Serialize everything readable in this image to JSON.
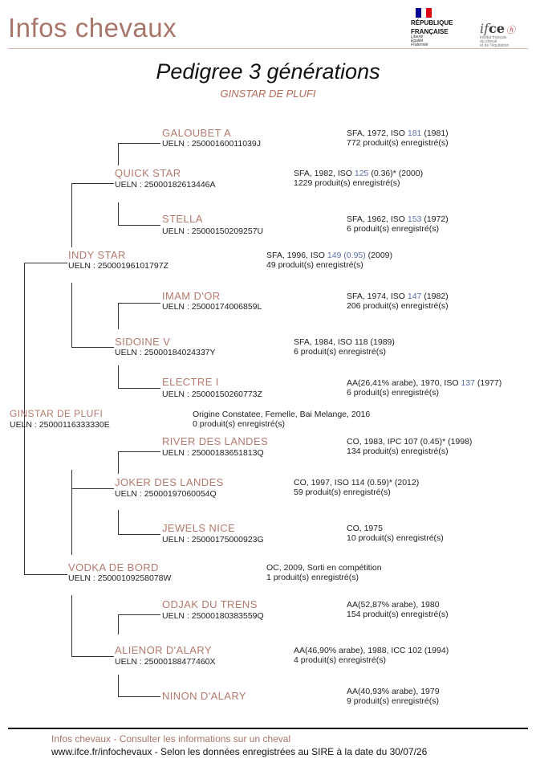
{
  "header": {
    "brand": "Infos chevaux",
    "rf_text_1": "RÉPUBLIQUE",
    "rf_text_2": "FRANÇAISE",
    "rf_motto_1": "Liberté",
    "rf_motto_2": "Égalité",
    "rf_motto_3": "Fraternité",
    "ifce_mark_1": "if",
    "ifce_mark_2": "ce",
    "ifce_sub_1": "institut français",
    "ifce_sub_2": "du cheval",
    "ifce_sub_3": "et de l'équitation",
    "colors": {
      "brand": "#a8756a",
      "flag_blue": "#000091",
      "flag_white": "#ffffff",
      "flag_red": "#e1000f"
    }
  },
  "page": {
    "title": "Pedigree 3 générations",
    "subject": "GINSTAR DE PLUFI"
  },
  "horses": {
    "galoubet": {
      "name": "GALOUBET A",
      "ueln": "UELN : 25000160011039J",
      "info_1a": "SFA, 1972, ISO ",
      "iso": "181",
      "info_1b": " (1981)",
      "info_2": "772 produit(s) enregistré(s)"
    },
    "quick_star": {
      "name": "QUICK STAR",
      "ueln": "UELN : 25000182613446A",
      "info_1a": "SFA, 1982, ISO ",
      "iso": "125",
      "info_1b": " (0.36)* (2000)",
      "info_2": "1229 produit(s) enregistré(s)"
    },
    "stella": {
      "name": "STELLA",
      "ueln": "UELN : 25000150209257U",
      "info_1a": "SFA, 1962, ISO ",
      "iso": "153",
      "info_1b": " (1972)",
      "info_2": "6 produit(s) enregistré(s)"
    },
    "indy_star": {
      "name": "INDY STAR",
      "ueln": "UELN : 25000196101797Z",
      "info_1a": "SFA, 1996, ISO ",
      "iso": "149 (0.95)",
      "info_1b": " (2009)",
      "info_2": "49 produit(s) enregistré(s)"
    },
    "imam_dor": {
      "name": "IMAM D'OR",
      "ueln": "UELN : 25000174006859L",
      "info_1a": "SFA, 1974, ISO ",
      "iso": "147",
      "info_1b": " (1982)",
      "info_2": "206 produit(s) enregistré(s)"
    },
    "sidoine": {
      "name": "SIDOINE V",
      "ueln": "UELN : 25000184024337Y",
      "info_1": "SFA, 1984, ISO 118 (1989)",
      "info_2": "6 produit(s) enregistré(s)"
    },
    "electre": {
      "name": "ELECTRE I",
      "ueln": "UELN : 25000150260773Z",
      "info_1a": "AA(26,41% arabe), 1970, ISO ",
      "iso": "137",
      "info_1b": " (1977)",
      "info_2": "6 produit(s) enregistré(s)"
    },
    "ginstar": {
      "name": "GINSTAR DE PLUFI",
      "ueln": "UELN : 25000116333330E",
      "info_1": "Origine Constatee, Femelle, Bai Melange, 2016",
      "info_2": "0 produit(s) enregistré(s)"
    },
    "river": {
      "name": "RIVER DES LANDES",
      "ueln": "UELN : 25000183651813Q",
      "info_1": "CO, 1983, IPC 107 (0.45)* (1998)",
      "info_2": "134 produit(s) enregistré(s)"
    },
    "joker": {
      "name": "JOKER DES LANDES",
      "ueln": "UELN : 25000197060054Q",
      "info_1": "CO, 1997, ISO 114 (0.59)* (2012)",
      "info_2": "59 produit(s) enregistré(s)"
    },
    "jewels": {
      "name": "JEWELS NICE",
      "ueln": "UELN : 25000175000923G",
      "info_1": "CO, 1975",
      "info_2": "10 produit(s) enregistré(s)"
    },
    "vodka": {
      "name": "VODKA DE BORD",
      "ueln": "UELN : 25000109258078W",
      "info_1": "OC, 2009, Sorti en compétition",
      "info_2": "1 produit(s) enregistré(s)"
    },
    "odjak": {
      "name": "ODJAK DU TRENS",
      "ueln": "UELN : 25000180383559Q",
      "info_1": "AA(52,87% arabe), 1980",
      "info_2": "154 produit(s) enregistré(s)"
    },
    "alienor": {
      "name": "ALIENOR D'ALARY",
      "ueln": "UELN : 25000188477460X",
      "info_1": "AA(46,90% arabe), 1988, ICC 102 (1994)",
      "info_2": "4 produit(s) enregistré(s)"
    },
    "ninon": {
      "name": "NINON D'ALARY",
      "info_1": "AA(40,93% arabe), 1979",
      "info_2": "9 produit(s) enregistré(s)"
    }
  },
  "footer": {
    "line_1": "Infos chevaux - Consulter les informations sur un cheval",
    "line_2": "www.ifce.fr/infochevaux - Selon les données enregistrées au SIRE à la date du 30/07/26"
  }
}
